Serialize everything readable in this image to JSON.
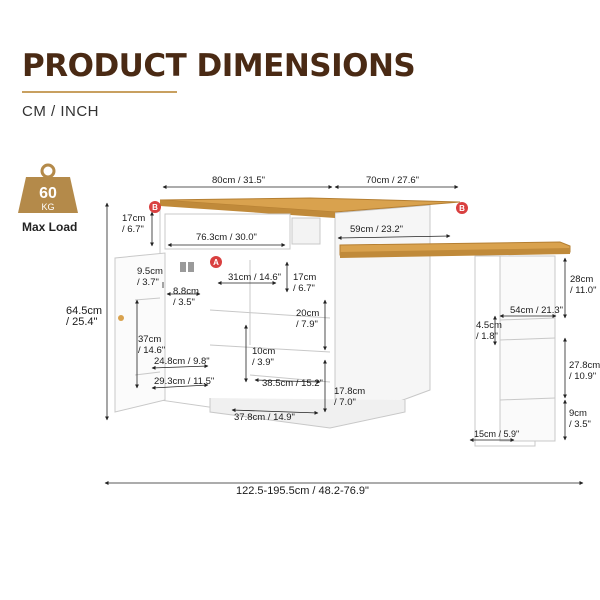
{
  "header": {
    "title": "PRODUCT DIMENSIONS",
    "units": "CM / INCH"
  },
  "load_badge": {
    "value": "60",
    "unit": "KG",
    "caption": "Max Load",
    "icon": "weight-icon",
    "color": "#b48a4a"
  },
  "markers": {
    "a": "A",
    "b": "B",
    "color": "#d94040"
  },
  "colors": {
    "wood": "#d9a24e",
    "wood_edge": "#b57f32",
    "cabinet": "#ffffff",
    "outline": "#c8c8c8",
    "title": "#4a2a14",
    "accent": "#c8a060"
  },
  "dimensions": {
    "top_width": "80cm / 31.5\"",
    "extension_width": "70cm / 27.6\"",
    "drawer_height": "17cm\n/ 6.7\"",
    "drawer_width": "76.3cm / 30.0\"",
    "extension_inner": "59cm / 23.2\"",
    "door_shelf_width": "9.5cm\n/ 3.7\"",
    "door_shelf_depth": "8.8cm\n/ 3.5\"",
    "inner_width": "31cm / 14.6\"",
    "side_pocket": "17cm\n/ 6.7\"",
    "total_height": "64.5cm\n/ 25.4\"",
    "door_height": "37cm\n/ 14.6\"",
    "inner_height": "20cm\n/ 7.9\"",
    "shelf_gap": "10cm\n/ 3.9\"",
    "shelf_width_1": "24.8cm / 9.8\"",
    "shelf_width_2": "29.3cm / 11.5\"",
    "open_shelf_width": "38.5cm / 15.2\"",
    "open_shelf_height": "17.8cm\n/ 7.0\"",
    "bottom_width": "37.8cm / 14.9\"",
    "leg_upper": "28cm\n/ 11.0\"",
    "leg_width": "54cm / 21.3\"",
    "leg_depth": "4.5cm\n/ 1.8\"",
    "leg_middle": "27.8cm\n/ 10.9\"",
    "leg_base": "9cm\n/ 3.5\"",
    "leg_foot": "15cm / 5.9\"",
    "overall_length": "122.5-195.5cm / 48.2-76.9\""
  }
}
